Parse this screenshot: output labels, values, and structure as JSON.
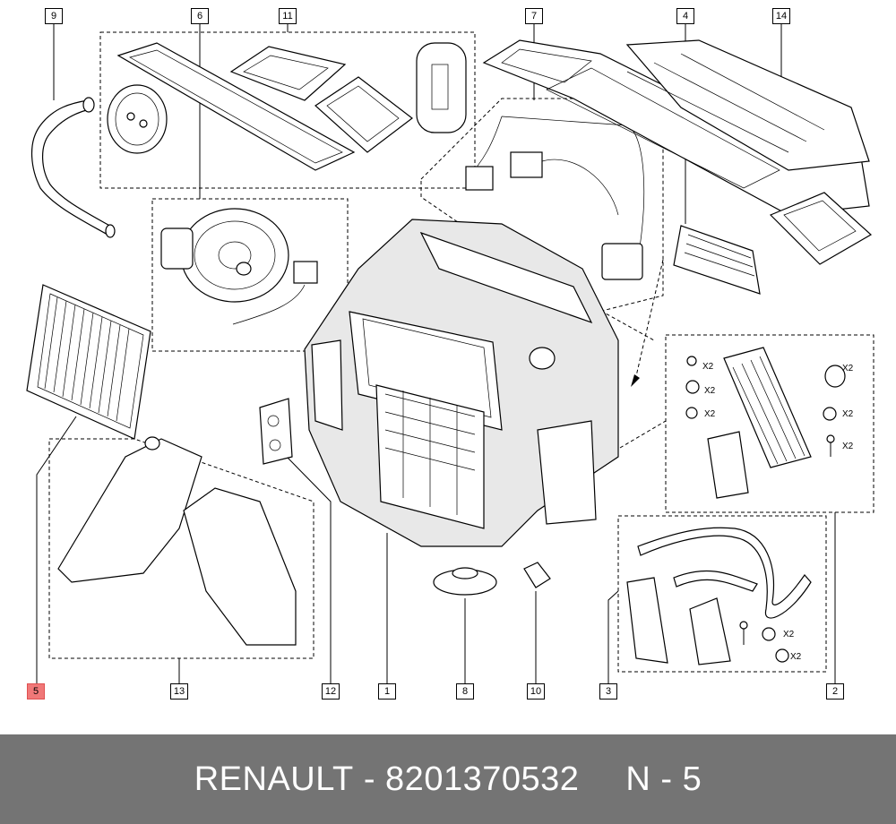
{
  "callouts": {
    "c9": "9",
    "c6": "6",
    "c11": "11",
    "c7": "7",
    "c4": "4",
    "c14": "14",
    "c5": "5",
    "c13": "13",
    "c12": "12",
    "c1": "1",
    "c8": "8",
    "c10": "10",
    "c3": "3",
    "c2": "2"
  },
  "quantities": {
    "q1": "X2",
    "q2": "X2",
    "q3": "X2",
    "q4": "X2",
    "q5": "X2",
    "q6": "X2",
    "q7": "X2",
    "q8": "X2"
  },
  "footer": {
    "brand": "RENAULT",
    "dash1": "-",
    "part_number": "8201370532",
    "position_prefix": "N",
    "dash2": "-",
    "position_number": "5"
  },
  "highlight_color": "#f07878",
  "footer_color": "#747474"
}
